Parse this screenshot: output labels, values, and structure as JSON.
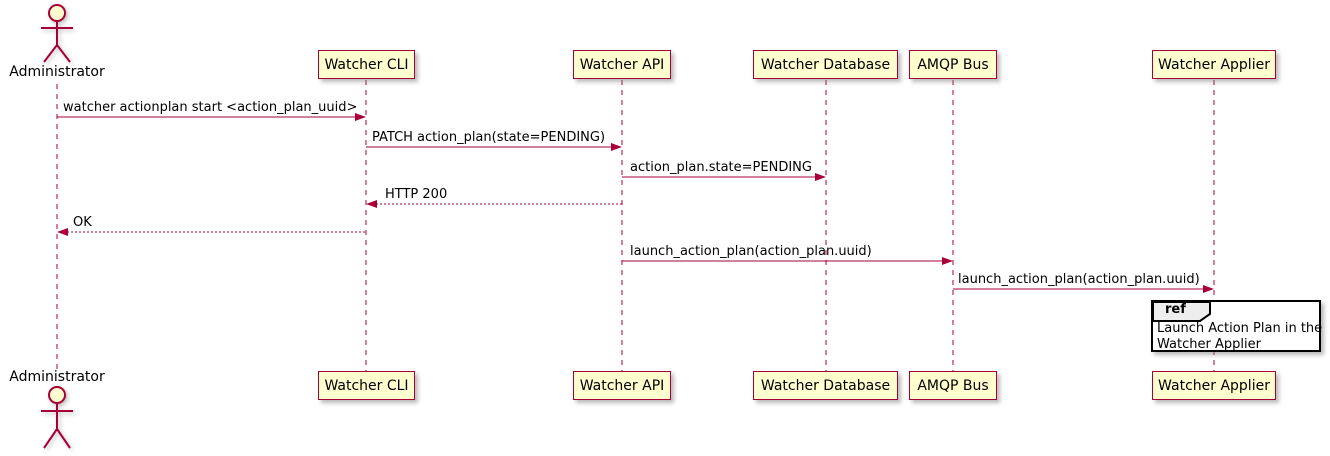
{
  "diagram": {
    "kind": "uml-sequence-diagram",
    "colors": {
      "participant_fill": "#FEFECE",
      "participant_border": "#A80036",
      "arrow": "#A80036",
      "lifeline": "#A80036",
      "ref_border": "#000000",
      "ref_fill": "#FFFFFF",
      "ref_header_fill": "#EEEEEE",
      "text": "#000000",
      "background": "#FFFFFF"
    },
    "actor": {
      "label": "Administrator"
    },
    "participants": [
      {
        "label": "Watcher CLI"
      },
      {
        "label": "Watcher API"
      },
      {
        "label": "Watcher Database"
      },
      {
        "label": "AMQP Bus"
      },
      {
        "label": "Watcher Applier"
      }
    ],
    "messages": [
      {
        "from": "Administrator",
        "to": "Watcher CLI",
        "style": "solid",
        "text": "watcher actionplan start <action_plan_uuid>"
      },
      {
        "from": "Watcher CLI",
        "to": "Watcher API",
        "style": "solid",
        "text": "PATCH action_plan(state=PENDING)"
      },
      {
        "from": "Watcher API",
        "to": "Watcher Database",
        "style": "solid",
        "text": "action_plan.state=PENDING"
      },
      {
        "from": "Watcher API",
        "to": "Watcher CLI",
        "style": "dashed",
        "text": "HTTP 200"
      },
      {
        "from": "Watcher CLI",
        "to": "Administrator",
        "style": "dashed",
        "text": "OK"
      },
      {
        "from": "Watcher API",
        "to": "AMQP Bus",
        "style": "solid",
        "text": "launch_action_plan(action_plan.uuid)"
      },
      {
        "from": "AMQP Bus",
        "to": "Watcher Applier",
        "style": "solid",
        "text": "launch_action_plan(action_plan.uuid)"
      }
    ],
    "ref": {
      "keyword": "ref",
      "line1": "Launch Action Plan in the",
      "line2": "Watcher Applier"
    }
  }
}
